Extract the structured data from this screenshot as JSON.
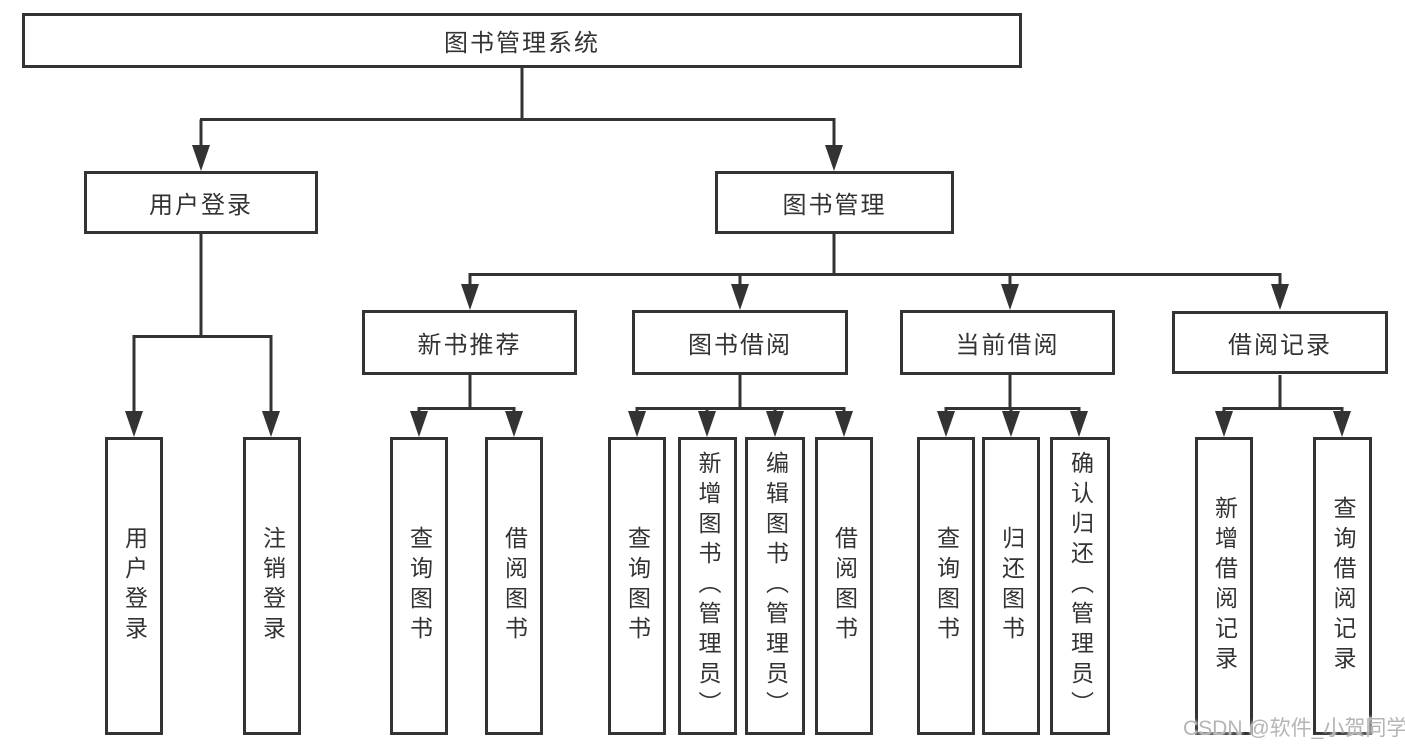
{
  "colors": {
    "line": "#333333",
    "box_border": "#333333",
    "text": "#333333",
    "background": "#ffffff",
    "watermark": "#b5b5b5"
  },
  "watermark": {
    "text": "CSDN @软件_小贺同学"
  },
  "tree": {
    "root": "图书管理系统",
    "branches": [
      {
        "label": "用户登录",
        "children": [
          "用户登录",
          "注销登录"
        ]
      },
      {
        "label": "图书管理",
        "children": [
          {
            "label": "新书推荐",
            "children": [
              "查询图书",
              "借阅图书"
            ]
          },
          {
            "label": "图书借阅",
            "children": [
              "查询图书",
              "新增图书（管理员）",
              "编辑图书（管理员）",
              "借阅图书"
            ]
          },
          {
            "label": "当前借阅",
            "children": [
              "查询图书",
              "归还图书",
              "确认归还（管理员）"
            ]
          },
          {
            "label": "借阅记录",
            "children": [
              "新增借阅记录",
              "查询借阅记录"
            ]
          }
        ]
      }
    ]
  }
}
